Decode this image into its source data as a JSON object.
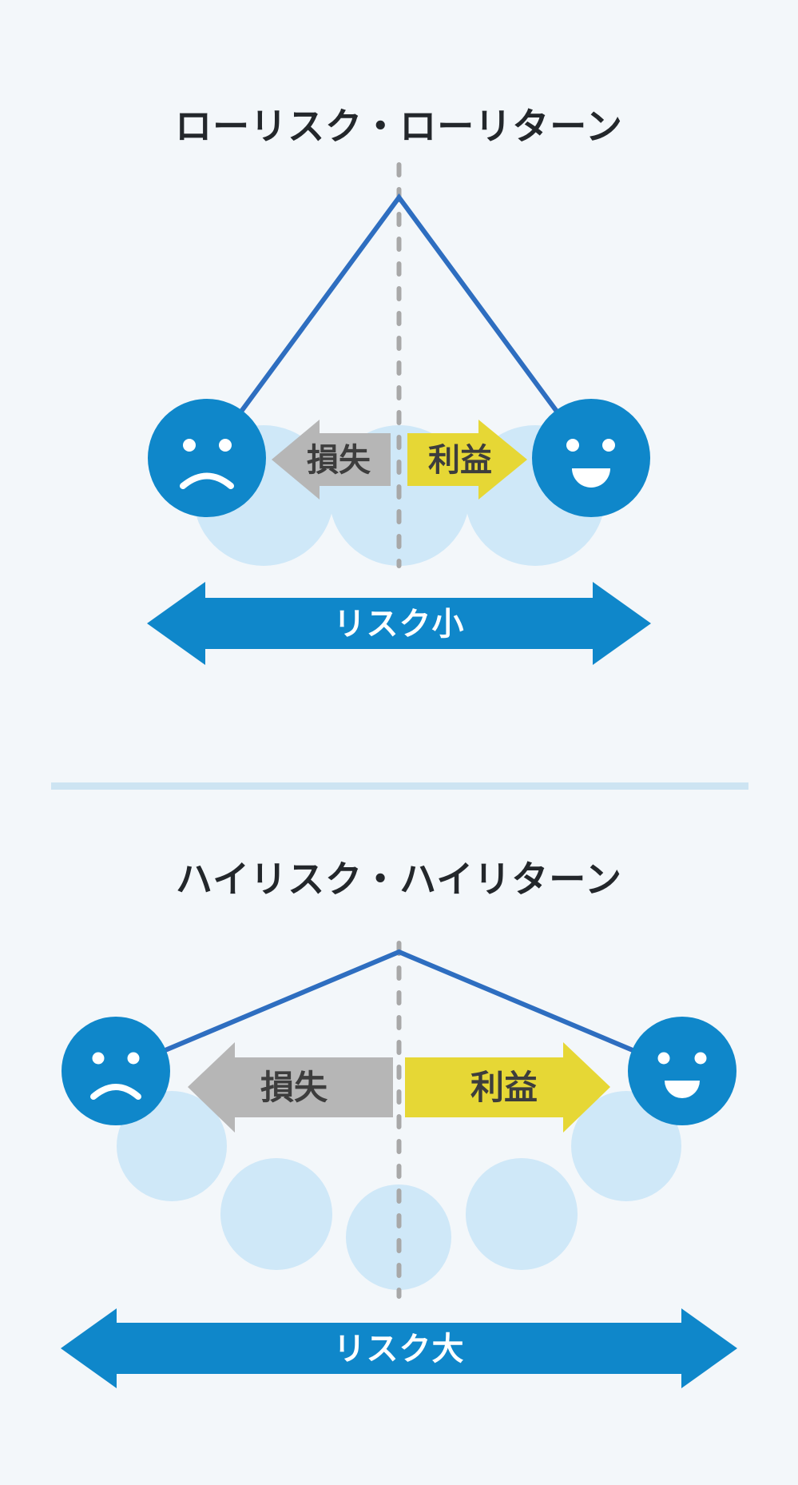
{
  "page": {
    "background": "#f3f7fa",
    "divider_color": "#cde4f2"
  },
  "colors": {
    "face_blue": "#0f87ca",
    "pendulum_line_blue": "#2e6ec0",
    "dashed_line_gray": "#a8a8a8",
    "ghost_circle_blue": "#cfe8f8",
    "loss_arrow_gray": "#b6b6b6",
    "profit_arrow_yellow": "#e6d735",
    "risk_arrow_blue": "#0f87ca",
    "title_text": "#23272b",
    "arrow_label_text": "#3d3d3d",
    "risk_label_text": "#ffffff"
  },
  "low_risk": {
    "title": "ローリスク・ローリターン",
    "loss_label": "損失",
    "profit_label": "利益",
    "risk_label": "リスク小"
  },
  "high_risk": {
    "title": "ハイリスク・ハイリターン",
    "loss_label": "損失",
    "profit_label": "利益",
    "risk_label": "リスク大"
  }
}
